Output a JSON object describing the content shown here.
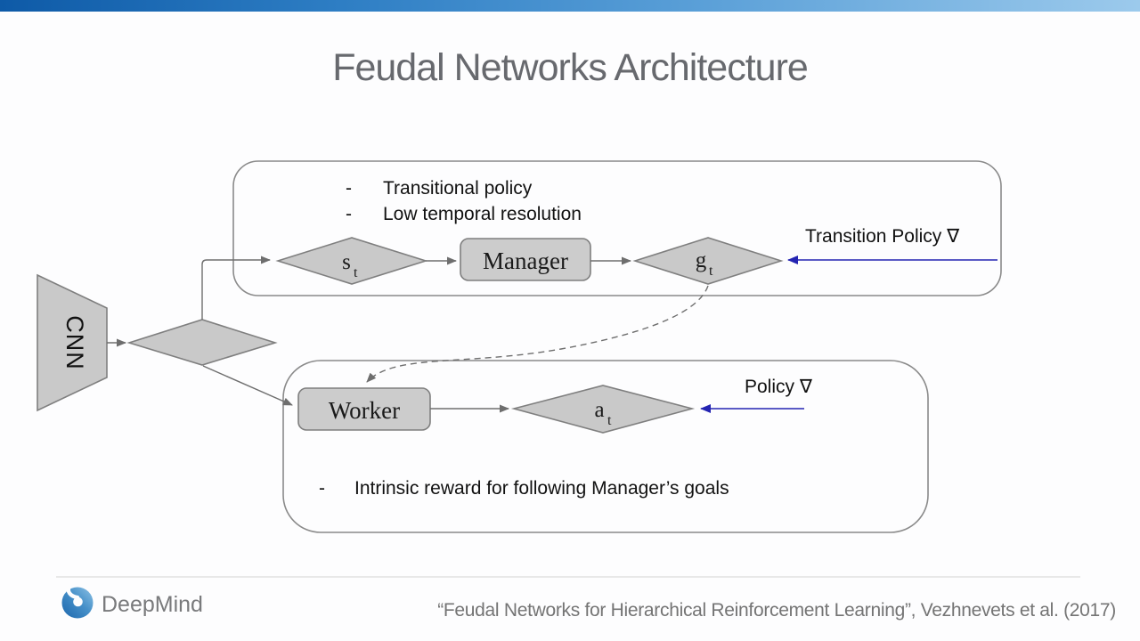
{
  "title": "Feudal Networks Architecture",
  "diagram": {
    "cnn": {
      "label": "CNN"
    },
    "manager_block": {
      "bullets": [
        {
          "marker": "-",
          "text": "Transitional policy"
        },
        {
          "marker": "-",
          "text": "Low temporal resolution"
        }
      ],
      "state_node": {
        "symbol": "s",
        "subscript": "t"
      },
      "manager_label": "Manager",
      "goal_node": {
        "symbol": "g",
        "subscript": "t"
      },
      "gradient_label": "Transition Policy ∇"
    },
    "worker_block": {
      "worker_label": "Worker",
      "action_node": {
        "symbol": "a",
        "subscript": "t"
      },
      "gradient_label": "Policy ∇",
      "bullets": [
        {
          "marker": "-",
          "text": "Intrinsic reward for following Manager’s goals"
        }
      ]
    },
    "colors": {
      "accent_blue": "#2424b2",
      "shape_fill": "#c9c9c9",
      "shape_stroke": "#7f7f7f",
      "connector_gray": "#6e6e6e",
      "title_gray": "#67696e",
      "topbar_left": "#0e5aa7",
      "topbar_right": "#9ccaec",
      "logo_blue_dark": "#1d67ad",
      "logo_blue_light": "#8ec2e5"
    }
  },
  "footer": {
    "brand": "DeepMind",
    "citation": "“Feudal Networks for Hierarchical Reinforcement Learning”, Vezhnevets et al. (2017)"
  }
}
